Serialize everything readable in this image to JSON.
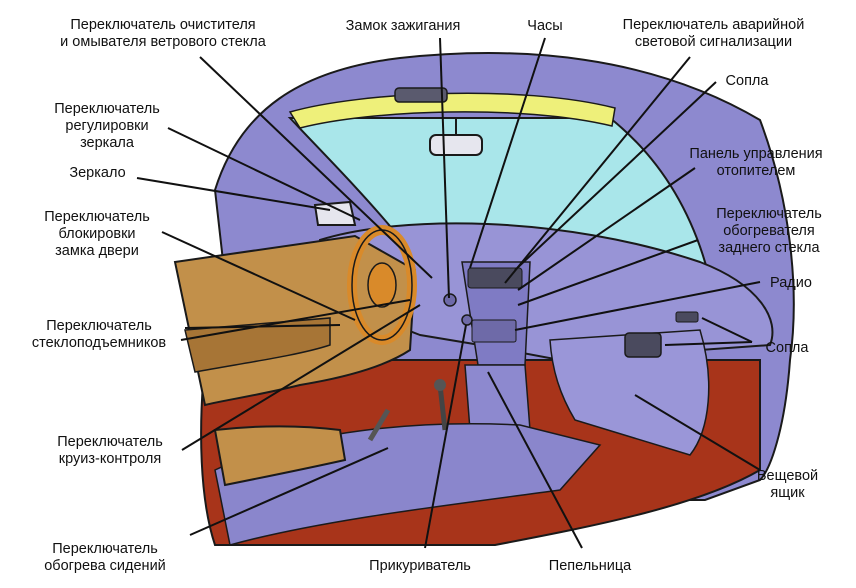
{
  "labels": {
    "wiper_switch": [
      "Переключатель очистителя",
      "и омывателя ветрового стекла"
    ],
    "ignition_lock": [
      "Замок зажигания"
    ],
    "clock": [
      "Часы"
    ],
    "hazard_switch": [
      "Переключатель аварийной",
      "световой сигнализации"
    ],
    "mirror_switch": [
      "Переключатель",
      "регулировки",
      "зеркала"
    ],
    "vents_top": [
      "Сопла"
    ],
    "mirror": [
      "Зеркало"
    ],
    "heater_panel": [
      "Панель управления",
      "отопителем"
    ],
    "door_lock_switch": [
      "Переключатель",
      "блокировки",
      "замка двери"
    ],
    "rear_defrost_switch": [
      "Переключатель",
      "обогревателя",
      "заднего стекла"
    ],
    "radio": [
      "Радио"
    ],
    "window_switch": [
      "Переключатель",
      "стеклоподъемников"
    ],
    "vents_right": [
      "Сопла"
    ],
    "cruise_switch": [
      "Переключатель",
      "круиз-контроля"
    ],
    "glovebox": [
      "Вещевой",
      "ящик"
    ],
    "seat_heater_switch": [
      "Переключатель",
      "обогрева сидений"
    ],
    "cigarette_lighter": [
      "Прикуриватель"
    ],
    "ashtray": [
      "Пепельница"
    ]
  },
  "colors": {
    "dashboard": "#8d89cf",
    "floor": "#a8341a",
    "windshield": "#a9e6ea",
    "visor": "#eef07a",
    "door_trim": "#c2904a",
    "steering_wheel": "#d98a2a",
    "outline": "#1a1a1a"
  }
}
